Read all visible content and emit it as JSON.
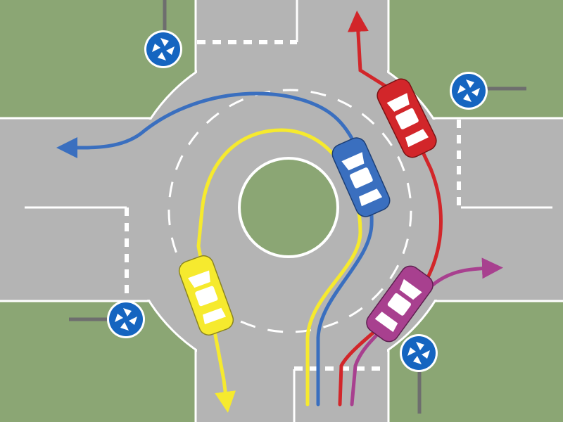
{
  "diagram": {
    "type": "roundabout-traffic-diagram",
    "colors": {
      "grass": "#8ba674",
      "road": "#b4b4b4",
      "markings": "#ffffff",
      "blue": "#3a6fbf",
      "yellow": "#f6ea2e",
      "red": "#d2262a",
      "purple": "#a8408f",
      "sign": "#1565c0",
      "pole": "#6e6e6e"
    },
    "vehicles": [
      {
        "id": "yellow-car",
        "color": "#f6ea2e",
        "route": "exit-bottom-left"
      },
      {
        "id": "blue-car",
        "color": "#3a6fbf",
        "route": "exit-left"
      },
      {
        "id": "red-car",
        "color": "#d2262a",
        "route": "exit-top"
      },
      {
        "id": "purple-car",
        "color": "#a8408f",
        "route": "exit-right"
      }
    ],
    "signs": [
      {
        "icon": "roundabout-sign-icon",
        "position": "top-left"
      },
      {
        "icon": "roundabout-sign-icon",
        "position": "top-right"
      },
      {
        "icon": "roundabout-sign-icon",
        "position": "bottom-left"
      },
      {
        "icon": "roundabout-sign-icon",
        "position": "bottom-right"
      }
    ]
  }
}
